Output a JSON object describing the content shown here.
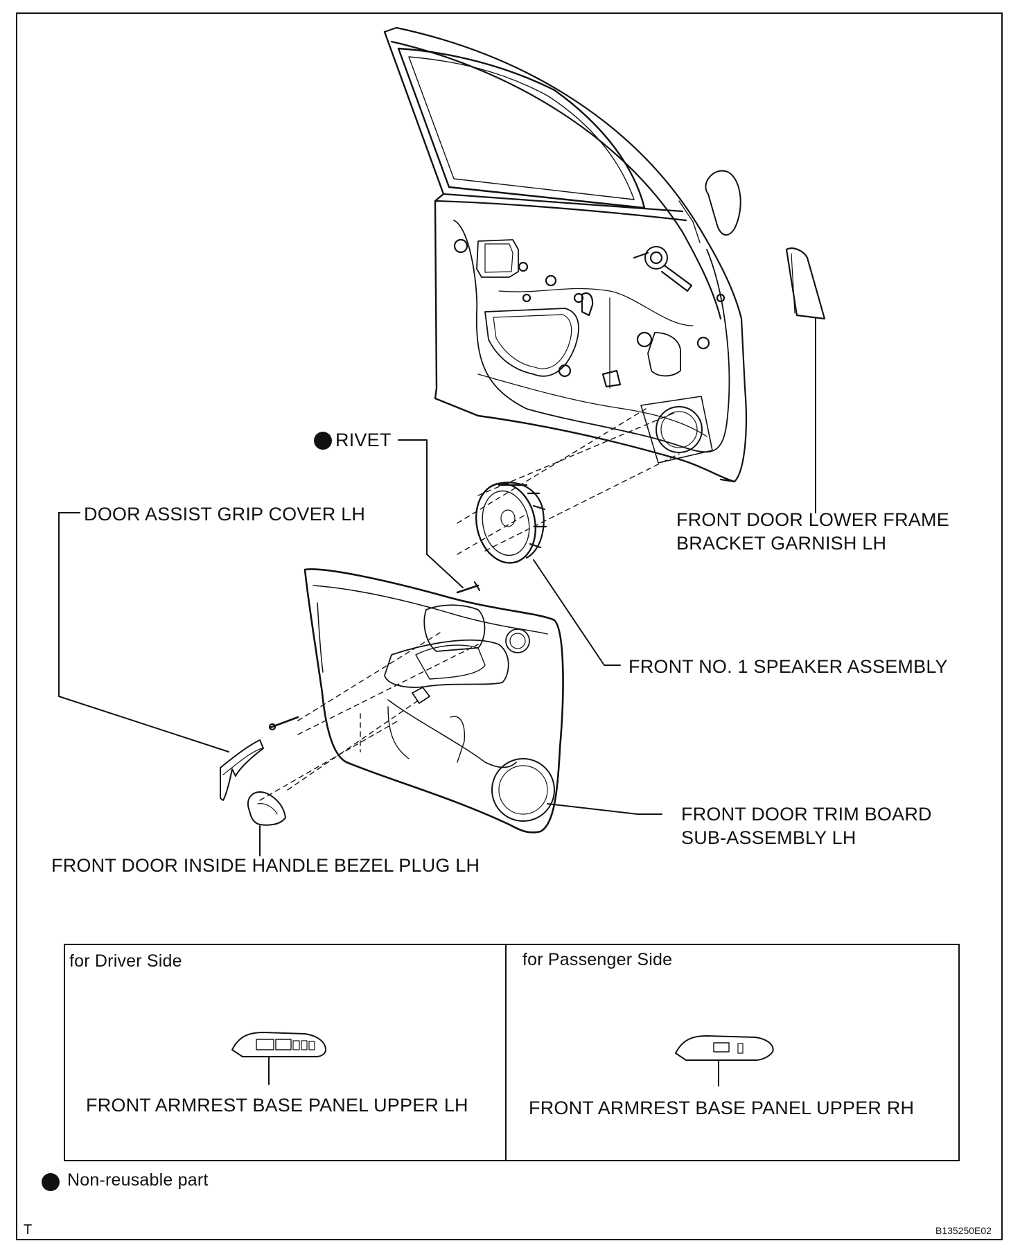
{
  "labels": {
    "rivet": "RIVET",
    "grip_cover": "DOOR ASSIST GRIP COVER LH",
    "lower_frame_line1": "FRONT DOOR LOWER FRAME",
    "lower_frame_line2": "BRACKET GARNISH LH",
    "speaker": "FRONT NO. 1 SPEAKER ASSEMBLY",
    "trim_line1": "FRONT DOOR TRIM BOARD",
    "trim_line2": "SUB-ASSEMBLY LH",
    "bezel_plug": "FRONT DOOR INSIDE HANDLE BEZEL PLUG LH"
  },
  "variants": {
    "driver": {
      "title": "for Driver Side",
      "part": "FRONT ARMREST BASE PANEL UPPER LH"
    },
    "passenger": {
      "title": "for Passenger Side",
      "part": "FRONT ARMREST BASE PANEL UPPER  RH"
    }
  },
  "legend": {
    "text": "Non-reusable part"
  },
  "footer": {
    "corner_mark": "T",
    "figure_id": "B135250E02"
  }
}
